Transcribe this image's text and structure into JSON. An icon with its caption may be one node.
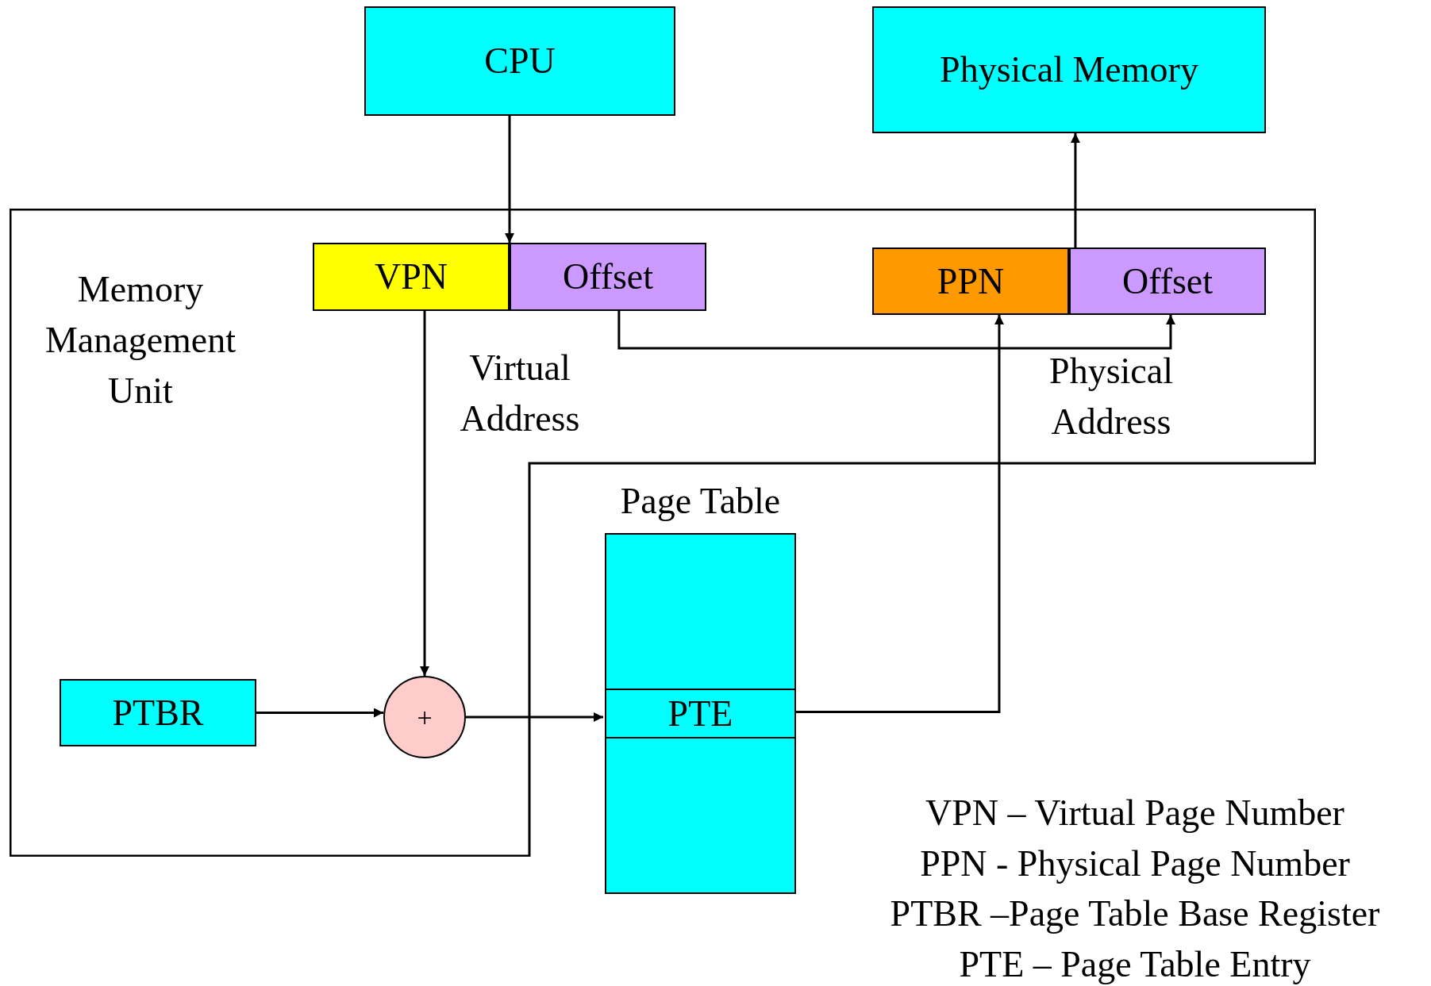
{
  "diagram": {
    "nodes": [
      {
        "text": [
          "CPU"
        ]
      },
      {
        "text": [
          "Physical Memory"
        ]
      },
      {
        "text": [
          "Memory Management Unit"
        ]
      },
      {
        "text": [
          "VPN"
        ],
        "in": 2
      },
      {
        "text": [
          "Offset"
        ],
        "in": 2
      },
      {
        "text": [
          "PPN"
        ],
        "in": 2
      },
      {
        "text": [
          "Offset"
        ],
        "in": 2
      },
      {
        "text": [
          "PTBR"
        ],
        "in": 2
      },
      {
        "text": [
          "+"
        ],
        "in": 2
      },
      {
        "text": [
          "Page Table"
        ]
      },
      {
        "text": [
          "PTE"
        ],
        "in": 9
      }
    ],
    "edges": [
      {
        "from": 0,
        "to": 3,
        "arrow": "to"
      },
      {
        "from": 3,
        "to": 8,
        "arrow": "to"
      },
      {
        "from": 7,
        "to": 8,
        "arrow": "to"
      },
      {
        "from": 8,
        "to": 10,
        "arrow": "to"
      },
      {
        "from": 10,
        "to": 5,
        "arrow": "to"
      },
      {
        "from": 4,
        "to": 6,
        "arrow": "to"
      },
      {
        "from": 6,
        "to": 1,
        "arrow": "to"
      }
    ],
    "labels": [
      "Virtual Address",
      "Physical Address",
      "VPN – Virtual Page Number",
      "PPN - Physical Page Number",
      "PTBR –Page Table Base Register",
      "PTE – Page Table Entry"
    ]
  }
}
